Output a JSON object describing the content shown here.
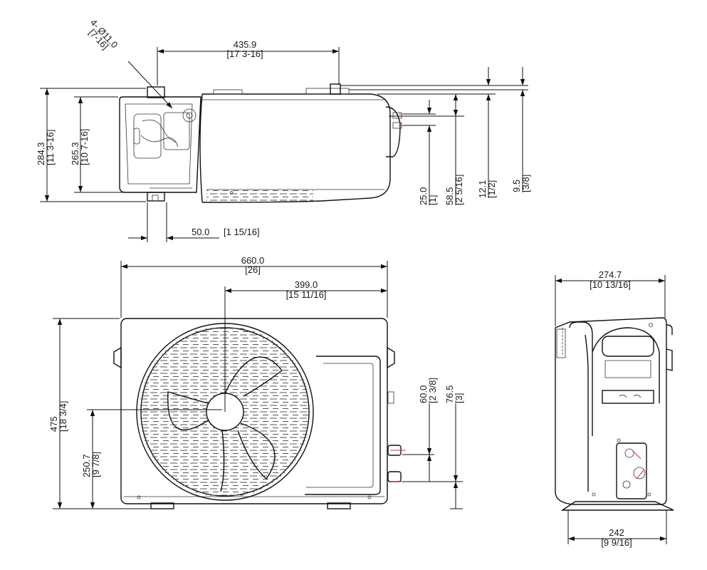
{
  "top_view": {
    "hole_dim": {
      "main": "4- Ø11.0",
      "sub": "[7-16]"
    },
    "width_dim": {
      "main": "435.9",
      "sub": "[17 3-16]"
    },
    "height1_dim": {
      "main": "284.3",
      "sub": "[11 3-16]"
    },
    "height2_dim": {
      "main": "265.3",
      "sub": "[10 7-16]"
    },
    "offset_dim": {
      "main": "50.0",
      "sub": "[1 15/16]"
    },
    "valve1_dim": {
      "main": "25.0",
      "sub": "[1]"
    },
    "valve2_dim": {
      "main": "58.5",
      "sub": "[2 5/16]"
    },
    "offset3_dim": {
      "main": "12.1",
      "sub": "[1/2]"
    },
    "offset4_dim": {
      "main": "9.5",
      "sub": "[3/8]"
    }
  },
  "front_view": {
    "width_dim": {
      "main": "660.0",
      "sub": "[26]"
    },
    "center_dim": {
      "main": "399.0",
      "sub": "[15 11/16]"
    },
    "height_dim": {
      "main": "475",
      "sub": "[18 3/4]"
    },
    "fan_center_dim": {
      "main": "250.7",
      "sub": "[9 7/8]"
    },
    "valve_gap_dim": {
      "main": "60.0",
      "sub": "[2 3/8]"
    },
    "valve_height_dim": {
      "main": "76.5",
      "sub": "[3]"
    }
  },
  "side_view": {
    "depth_dim": {
      "main": "274.7",
      "sub": "[10 13/16]"
    },
    "foot_dim": {
      "main": "242",
      "sub": "[9 9/16]"
    }
  }
}
